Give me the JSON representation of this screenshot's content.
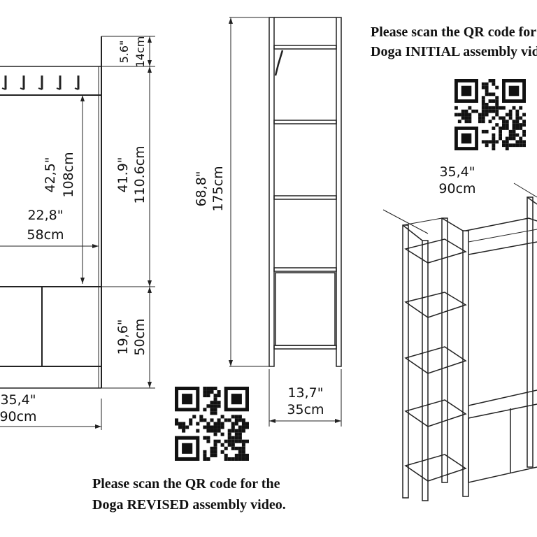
{
  "dimensions": {
    "top_height_in": "5.6\"",
    "top_height_cm": "14cm",
    "hook_panel_height_in": "42,5\"",
    "hook_panel_height_cm": "108cm",
    "side_upper_height_in": "41.9\"",
    "side_upper_height_cm": "110.6cm",
    "bench_width_in": "22,8\"",
    "bench_width_cm": "58cm",
    "cabinet_height_in": "19,6\"",
    "cabinet_height_cm": "50cm",
    "total_width_in": "35,4\"",
    "total_width_cm": "90cm",
    "total_height_in": "68,8\"",
    "total_height_cm": "175cm",
    "depth_in": "13,7\"",
    "depth_cm": "35cm",
    "iso_width_in": "35,4\"",
    "iso_width_cm": "90cm"
  },
  "captions": {
    "initial_line1": "Please scan the QR code for the",
    "initial_line2": "Doga INITIAL assembly video.",
    "revised_line1": "Please scan the QR code for the",
    "revised_line2": "Doga REVISED assembly video."
  },
  "colors": {
    "line": "#222222",
    "text": "#111111",
    "qr": "#111111"
  }
}
